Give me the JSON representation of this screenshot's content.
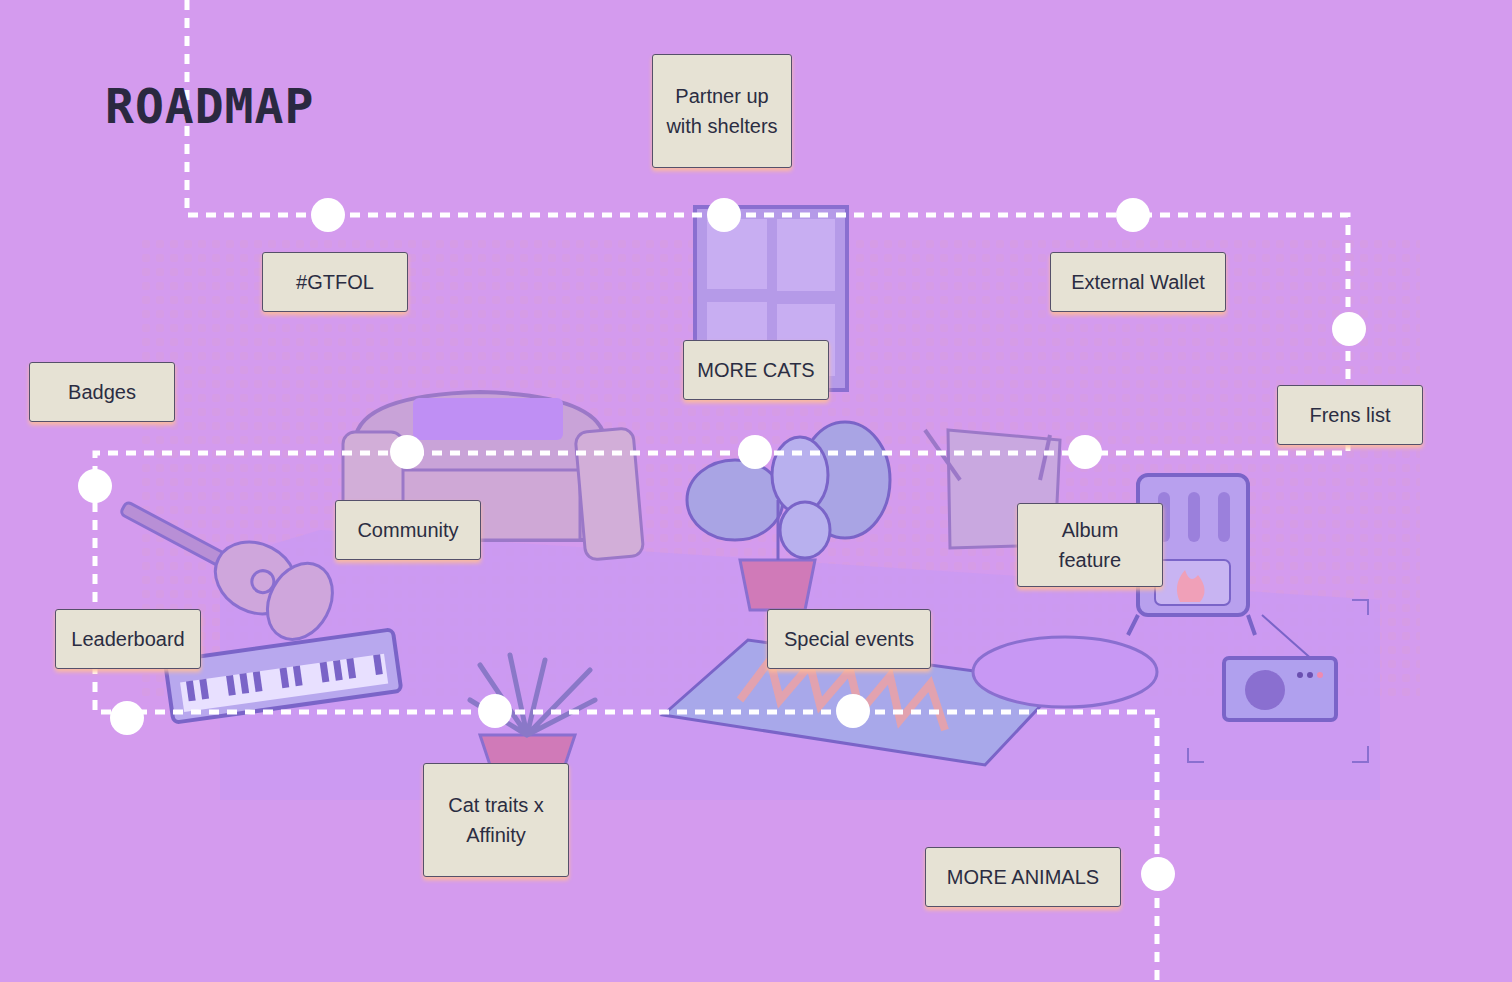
{
  "diagram": {
    "title": "ROADMAP",
    "nodes": [
      {
        "text": [
          "Partner up with shelters"
        ]
      },
      {
        "text": [
          "#GTFOL"
        ]
      },
      {
        "text": [
          "External Wallet"
        ]
      },
      {
        "text": [
          "MORE CATS"
        ]
      },
      {
        "text": [
          "Badges"
        ]
      },
      {
        "text": [
          "Frens list"
        ]
      },
      {
        "text": [
          "Community"
        ]
      },
      {
        "text": [
          "Album feature"
        ]
      },
      {
        "text": [
          "Leaderboard"
        ]
      },
      {
        "text": [
          "Special events"
        ]
      },
      {
        "text": [
          "Cat traits x Affinity"
        ]
      },
      {
        "text": [
          "MORE ANIMALS"
        ]
      }
    ]
  }
}
